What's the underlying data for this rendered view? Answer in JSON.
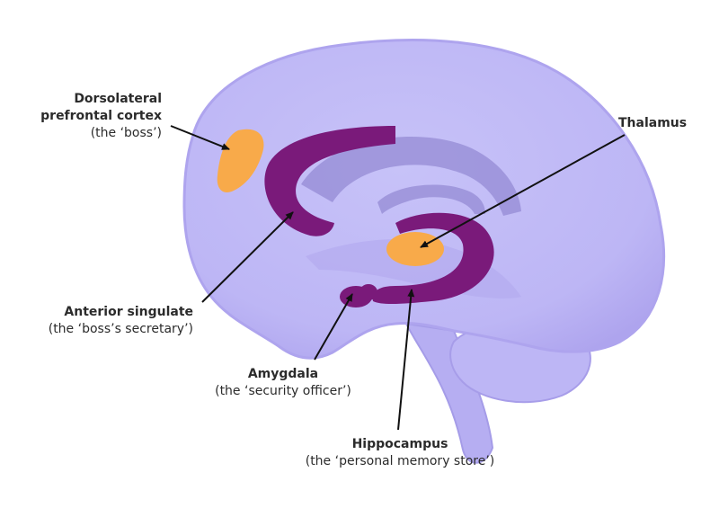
{
  "labels": {
    "dlpfc": {
      "title_line1": "Dorsolateral",
      "title_line2": "prefrontal cortex",
      "subtitle": "(the ‘boss’)"
    },
    "thalamus": {
      "title": "Thalamus"
    },
    "anterior": {
      "title": "Anterior singulate",
      "subtitle": "(the ‘boss’s secretary’)"
    },
    "amygdala": {
      "title": "Amygdala",
      "subtitle": "(the ‘security officer’)"
    },
    "hippocampus": {
      "title": "Hippocampus",
      "subtitle": "(the ‘personal memory store’)"
    }
  },
  "colors": {
    "brain_fill": "#c2bcf6",
    "brain_edge": "#aea4ee",
    "inner_shadow": "#a79fe6",
    "corpus": "#9a90d8",
    "limbic": "#7a1a7a",
    "highlight": "#f8aa4a",
    "text": "#2b2b2b",
    "arrow": "#111111"
  }
}
